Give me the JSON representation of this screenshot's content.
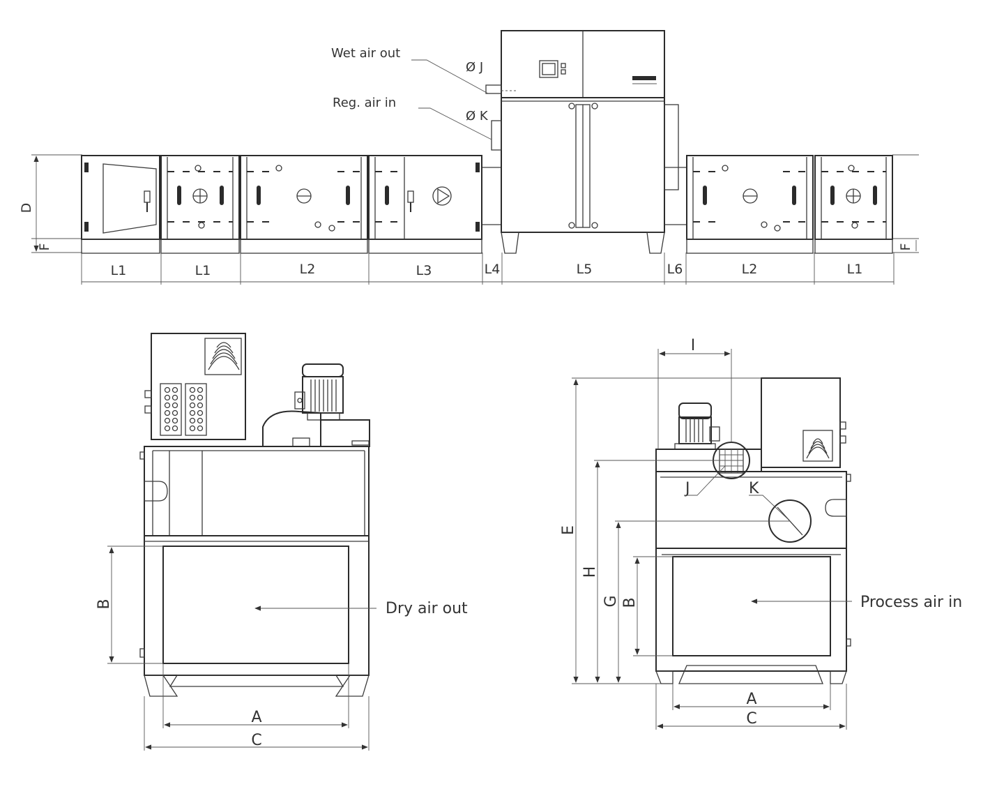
{
  "side_view": {
    "callouts": {
      "wet_air_out": "Wet air out",
      "reg_air_in": "Reg. air in",
      "dia_j": "Ø J",
      "dia_k": "Ø K"
    },
    "height_labels": {
      "d": "D",
      "f_left": "F",
      "f_right": "F"
    },
    "length_labels": [
      "L1",
      "L1",
      "L2",
      "L3",
      "L4",
      "L5",
      "L6",
      "L2",
      "L1"
    ]
  },
  "front_view": {
    "callout": "Dry air out",
    "dims": {
      "a": "A",
      "b": "B",
      "c": "C"
    }
  },
  "rear_view": {
    "callout": "Process air in",
    "dims": {
      "a": "A",
      "b": "B",
      "c": "C",
      "e": "E",
      "g": "G",
      "h": "H",
      "i": "I",
      "j": "J",
      "k": "K"
    }
  }
}
